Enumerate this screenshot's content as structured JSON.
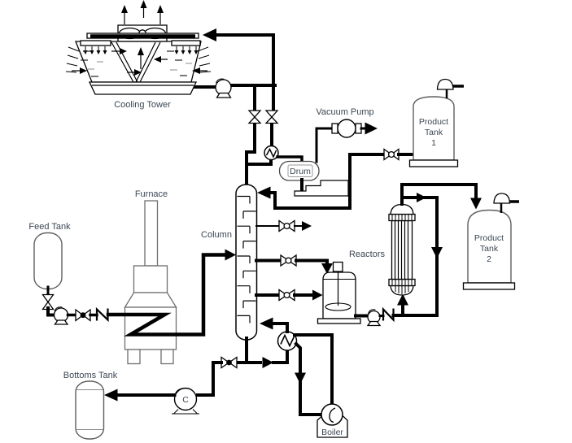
{
  "labels": {
    "cooling_tower": "Cooling Tower",
    "feed_tank": "Feed Tank",
    "furnace": "Furnace",
    "column": "Column",
    "vacuum_pump": "Vacuum Pump",
    "drum": "Drum",
    "product_tank_1": [
      "Product",
      "Tank",
      "1"
    ],
    "product_tank_2": [
      "Product",
      "Tank",
      "2"
    ],
    "reactors": "Reactors",
    "bottoms_tank": "Bottoms Tank",
    "boiler": "Boiler",
    "bottoms_pump": "C"
  },
  "colors": {
    "pipe": "#000000",
    "equipment_outline": "#6e6e6e",
    "label_text": "#3a4653",
    "background": "#ffffff"
  }
}
